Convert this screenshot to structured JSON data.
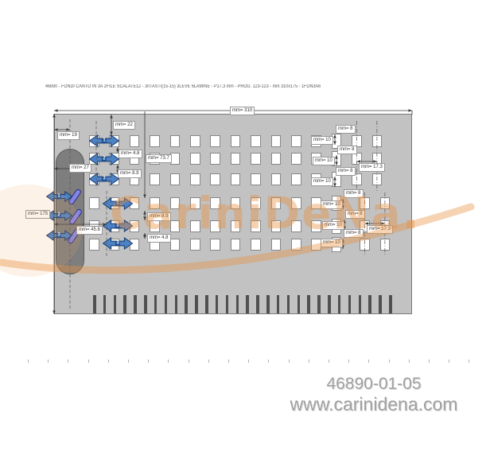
{
  "title": "46890 - FONDI CANTO IN 3A 2FILE SCALATE12 - 30TASTI(15-15) 3LEVE 6LAMINE - P17,3 mm - PROG. 123-123 - mm 310x175 - 1FON3A6",
  "watermark_text": "CariniDeNa.",
  "footer": {
    "part_number": "46890-01-05",
    "website": "www.carinidena.com"
  },
  "dimension_labels": [
    {
      "id": "width",
      "text": "mm= 310"
    },
    {
      "id": "height",
      "text": "mm= 175"
    },
    {
      "id": "left_offset",
      "text": "mm= 19"
    },
    {
      "id": "top_offset",
      "text": "mm= 22"
    },
    {
      "id": "gap_a",
      "text": "mm= 4.8"
    },
    {
      "id": "gap_b",
      "text": "mm= 8.9"
    },
    {
      "id": "slot_width",
      "text": "mm= 27"
    },
    {
      "id": "mid_height",
      "text": "mm= 73.7"
    },
    {
      "id": "lower_offset",
      "text": "mm= 45.8"
    },
    {
      "id": "lower_gap_a",
      "text": "mm= 8.9"
    },
    {
      "id": "lower_gap_b",
      "text": "mm= 4.8"
    },
    {
      "id": "g1_h1",
      "text": "mm= 8"
    },
    {
      "id": "g1_h2",
      "text": "mm= 8"
    },
    {
      "id": "g1_h3",
      "text": "mm= 8"
    },
    {
      "id": "g1_w1",
      "text": "mm= 10"
    },
    {
      "id": "g1_w2",
      "text": "mm= 10"
    },
    {
      "id": "g1_w3",
      "text": "mm= 10"
    },
    {
      "id": "g1_pitch",
      "text": "mm= 17.3"
    },
    {
      "id": "g2_h1",
      "text": "mm= 8"
    },
    {
      "id": "g2_h2",
      "text": "mm= 8"
    },
    {
      "id": "g2_h3",
      "text": "mm= 8"
    },
    {
      "id": "g2_w1",
      "text": "mm= 10"
    },
    {
      "id": "g2_w2",
      "text": "mm= 10"
    },
    {
      "id": "g2_w3",
      "text": "mm= 10"
    },
    {
      "id": "g2_pitch",
      "text": "mm= 17.3"
    }
  ],
  "arrow_groups": {
    "reed_slot": [
      "1",
      "2",
      "3"
    ],
    "upper_keys": [
      "1",
      "2",
      "3"
    ],
    "lower_keys": [
      "1",
      "2",
      "3"
    ]
  },
  "structure": {
    "key_hole_rows": 6,
    "key_holes_per_row": 15,
    "reeds": 3,
    "comb_teeth": 30,
    "ruler_ticks": 23
  },
  "colors": {
    "panel": "#c2c2c2",
    "slot": "#7e7e7e",
    "arrow_blue": "#4d82c4",
    "reed_violet": "#8585e8",
    "watermark_orange": "#e69142",
    "footer_gray": "#a0a0a0"
  }
}
